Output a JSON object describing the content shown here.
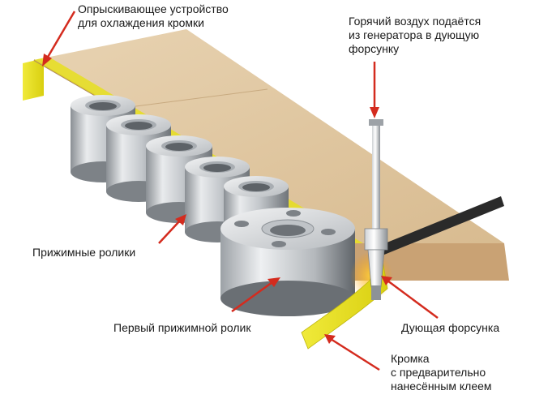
{
  "labels": {
    "sprayer": [
      "Опрыскивающее устройство",
      "для охлаждения кромки"
    ],
    "hot_air": [
      "Горячий воздух подаётся",
      "из генератора в дующую",
      "форсунку"
    ],
    "press_rollers": "Прижимные ролики",
    "first_roller": "Первый прижимной ролик",
    "nozzle": "Дующая форсунка",
    "edge": [
      "Кромка",
      "с предварительно",
      "нанесённым клеем"
    ]
  },
  "colors": {
    "board_top": "#e2c9a3",
    "board_side": "#c9a274",
    "edge_tape": "#e6df1f",
    "steel_light": "#e6e8ea",
    "steel_dark": "#7d8287",
    "arrow": "#d42b1e"
  }
}
